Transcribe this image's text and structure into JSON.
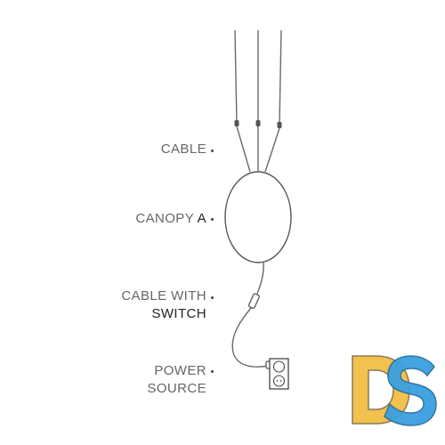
{
  "labels": {
    "cable": "CABLE",
    "canopy_prefix": "CANOPY ",
    "canopy_letter": "A",
    "cable_with_switch_line1": "CABLE WITH",
    "cable_with_switch_line2": "SWITCH",
    "power_source_line1": "POWER",
    "power_source_line2": "SOURCE"
  },
  "logo": {
    "letters": "DS",
    "colors": {
      "d_fill": "#f2c14e",
      "s_fill": "#3aa0e0",
      "outline": "#8a7a55"
    }
  },
  "colors": {
    "line": "#6a6a6a",
    "canopy_stroke": "#555555",
    "text": "#666666",
    "text_strong": "#222222"
  }
}
